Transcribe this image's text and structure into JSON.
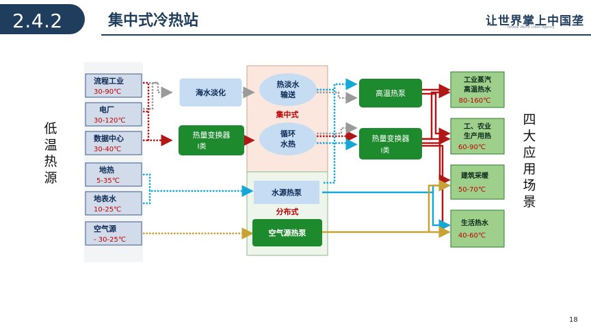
{
  "slide": {
    "section_number": "2.4.2",
    "title": "集中式冷热站",
    "logo": "让世界掌上中国垄",
    "logo_small": "Reveal World Clean Agency",
    "left_label": "低温热源",
    "right_label": "四大应用场景",
    "page_number": "18"
  },
  "diagram": {
    "sources": [
      {
        "name": "流程工业",
        "range": "30-90℃"
      },
      {
        "name": "电厂",
        "range": "30-120℃"
      },
      {
        "name": "数据中心",
        "range": "30-40℃"
      },
      {
        "name": "地热",
        "range": "5-35℃"
      },
      {
        "name": "地表水",
        "range": "10-25℃"
      },
      {
        "name": "空气源",
        "range": "- 30-25℃"
      }
    ],
    "desalination": "海水淡化",
    "exchanger_left": {
      "line1": "热量变换器",
      "line2": "I类"
    },
    "centralized": {
      "label": "集中式",
      "node1_line1": "热淡水",
      "node1_line2": "输送",
      "node2_line1": "循环",
      "node2_line2": "水热"
    },
    "distributed": {
      "label": "分布式",
      "water_pump": "水源热泵",
      "air_pump": "空气源热泵"
    },
    "high_temp_pump": "高温热泵",
    "exchanger_right": {
      "line1": "热量变换器",
      "line2": "I类"
    },
    "scenarios": [
      {
        "line1": "工业蒸汽",
        "line2": "高温热水",
        "range": "80-160℃"
      },
      {
        "line1": "工、农业",
        "line2": "生产用热",
        "range": "60-90℃"
      },
      {
        "line1": "建筑采暖",
        "line2": "",
        "range": "50-70℃"
      },
      {
        "line1": "生活热水",
        "line2": "",
        "range": "40-60℃"
      }
    ],
    "colors": {
      "source_box": "#d2dbea",
      "source_border": "#3b5a8a",
      "dark_green": "#1e8a2e",
      "light_green_panel": "#eef6ec",
      "scenario_green": "#9ed08c",
      "pink_panel": "#fbe7de",
      "light_blue": "#c5dcf3",
      "range_red": "#c00000",
      "arrow_red": "#b01818",
      "arrow_cyan": "#15a7d6",
      "arrow_yellow": "#c8a232",
      "arrow_gray": "#9a9a9a"
    }
  }
}
